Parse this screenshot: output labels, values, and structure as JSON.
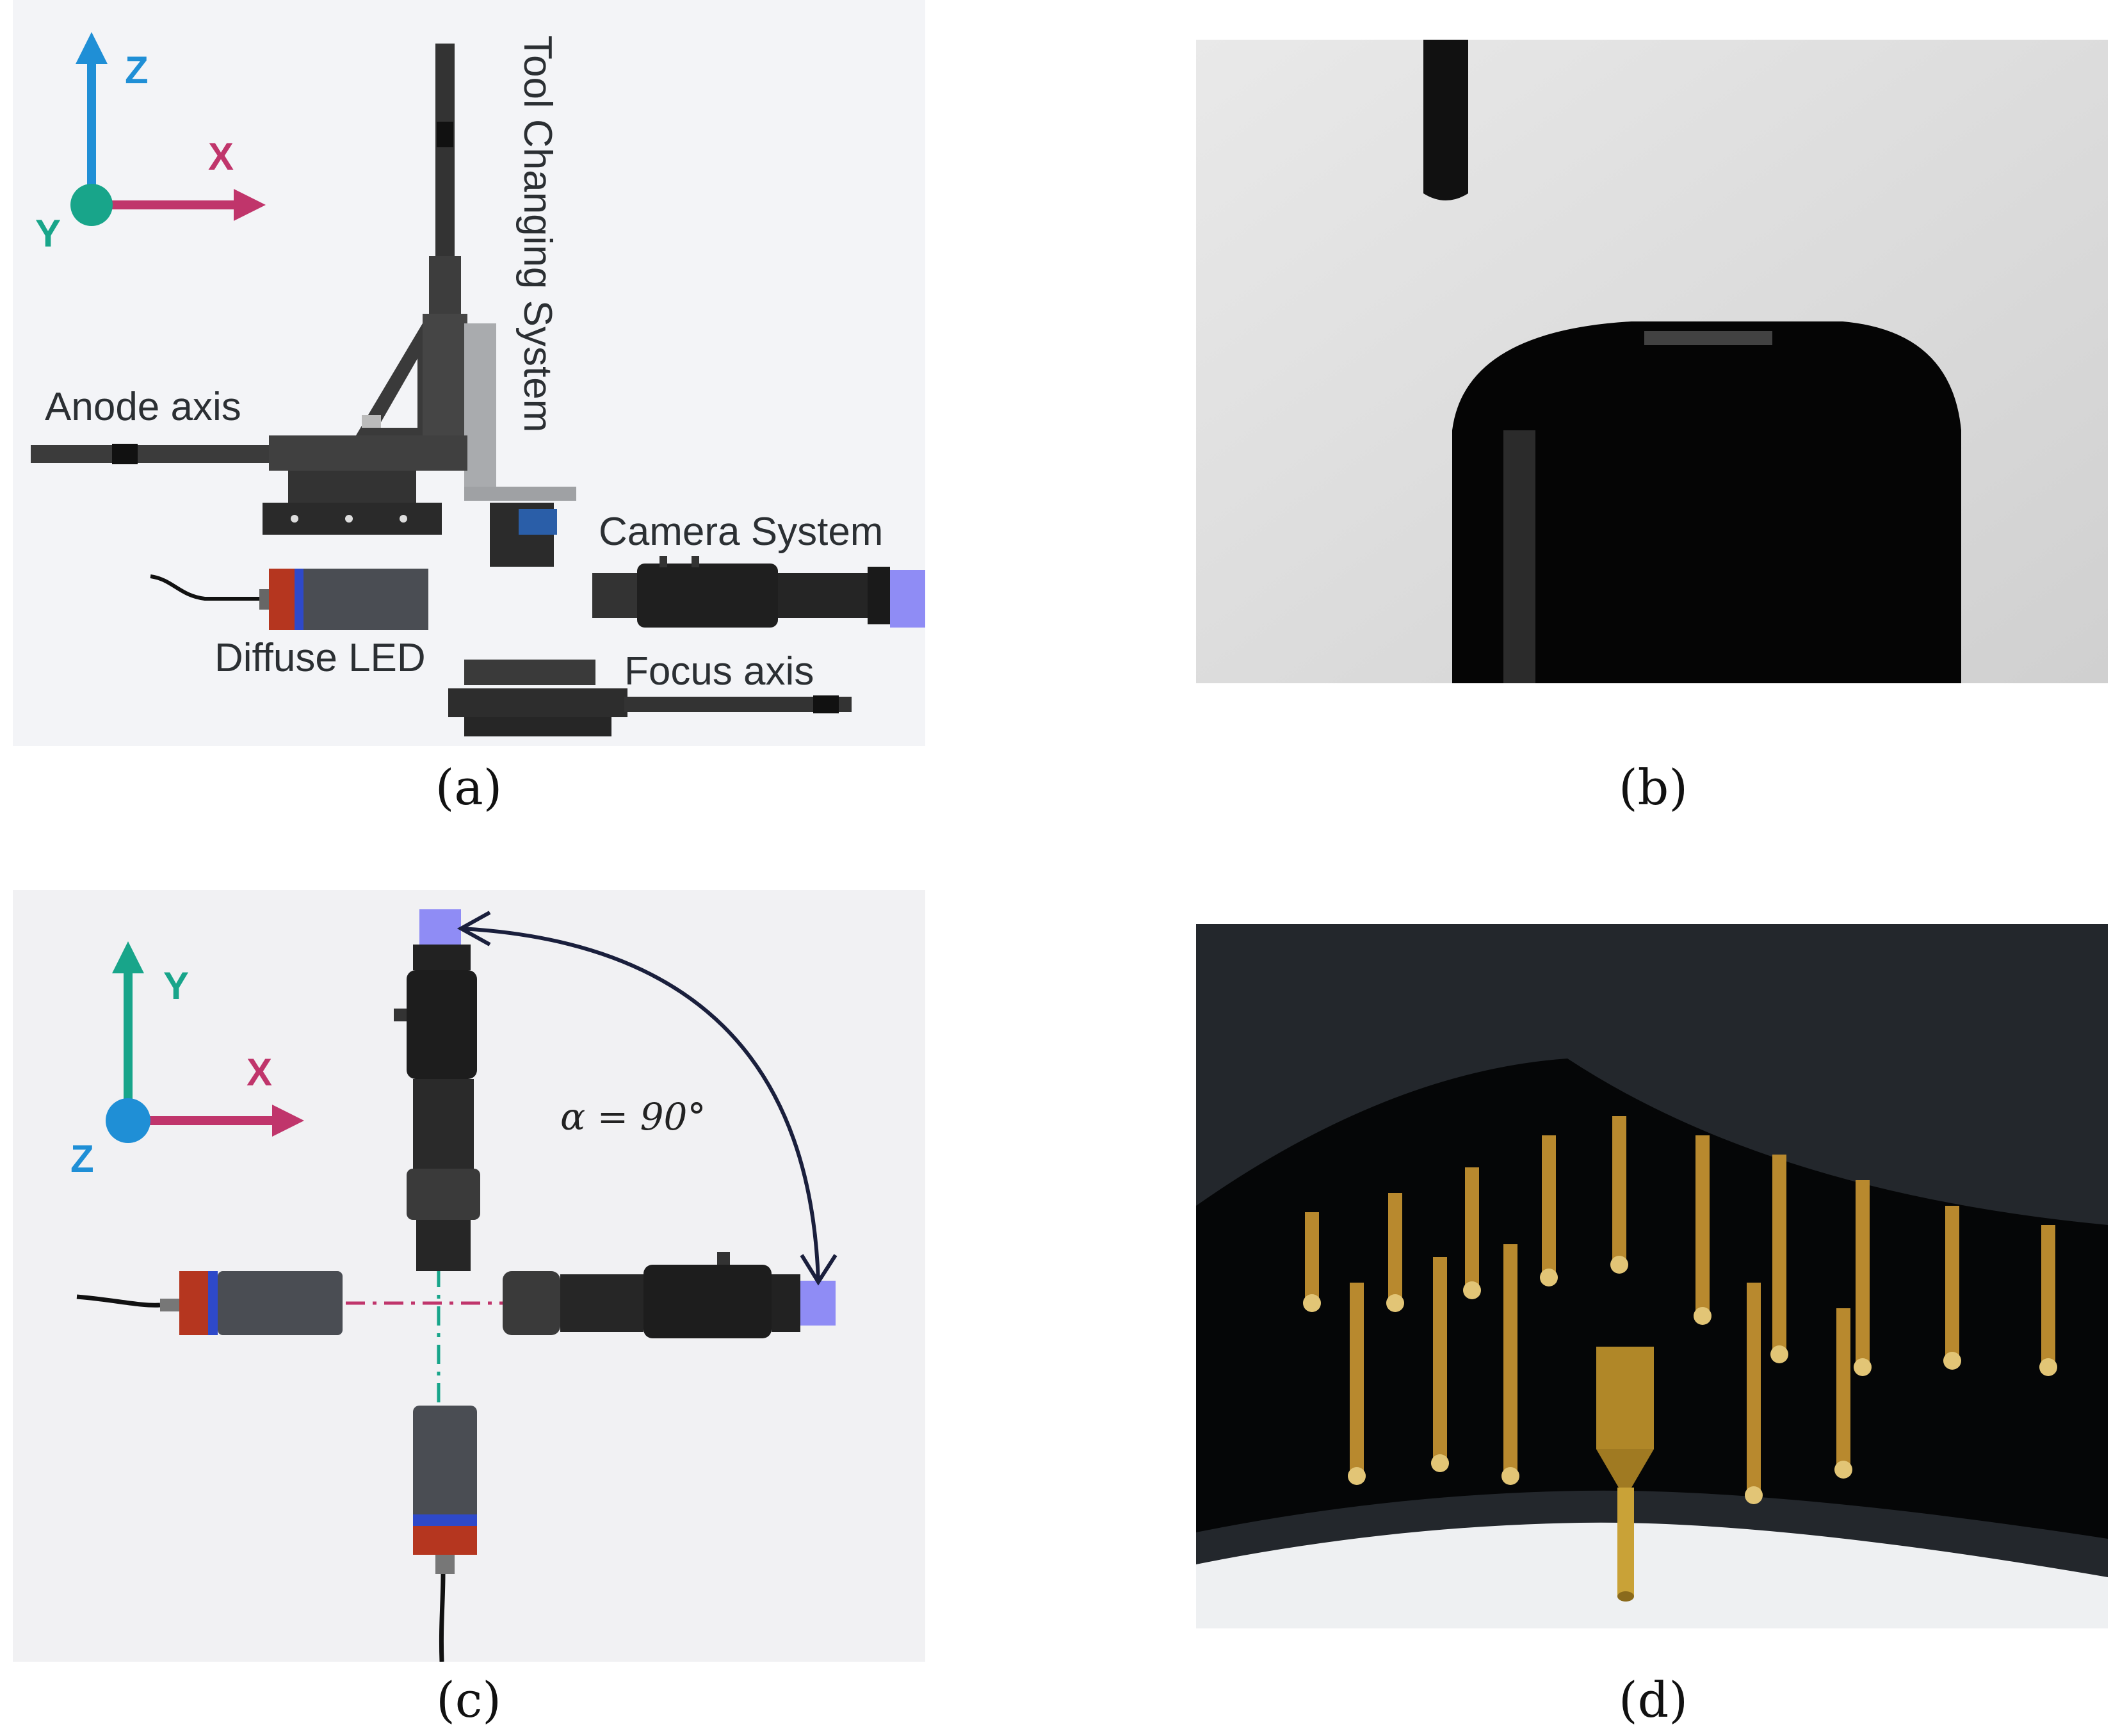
{
  "colors": {
    "z_axis": "#1f8fd6",
    "x_axis": "#c0356b",
    "y_axis": "#18a58a",
    "camera_lens_tip": "#8f8cf5",
    "led_red_ring": "#b5361f",
    "led_blue_ring": "#2e49c9",
    "gold_pin": "#c9a237"
  },
  "panel_a": {
    "labels": {
      "tool_changing": "Tool Changing System",
      "anode_axis": "Anode axis",
      "camera_system": "Camera System",
      "diffuse_led": "Diffuse LED",
      "focus_axis": "Focus axis"
    },
    "axes": {
      "z": "Z",
      "x": "X",
      "y": "Y"
    },
    "caption": "(a)"
  },
  "panel_b": {
    "caption": "(b)"
  },
  "panel_c": {
    "axes": {
      "y": "Y",
      "x": "X",
      "z": "Z"
    },
    "angle_label": "α = 90°",
    "caption": "(c)"
  },
  "panel_d": {
    "caption": "(d)"
  }
}
